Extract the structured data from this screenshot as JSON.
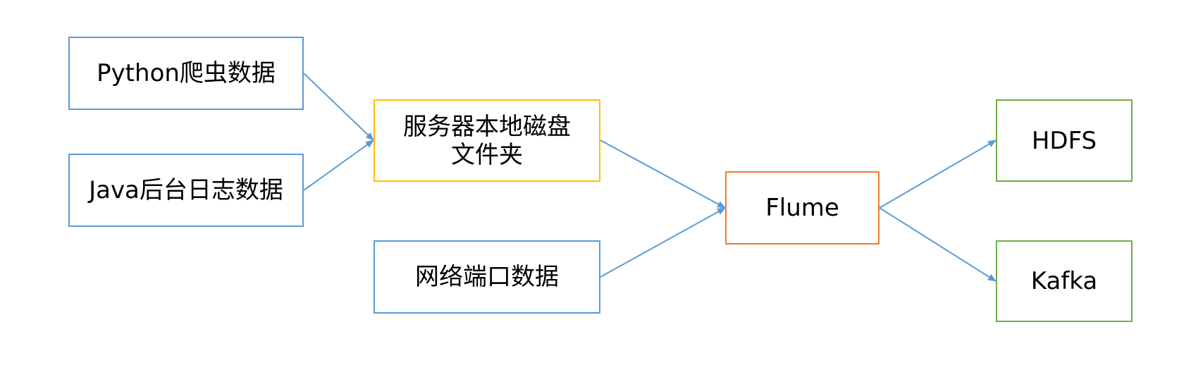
{
  "diagram": {
    "nodes": [
      {
        "id": "python",
        "label": "Python爬虫数据",
        "color": "#5b9bd5"
      },
      {
        "id": "java",
        "label": "Java后台日志数据",
        "color": "#5b9bd5"
      },
      {
        "id": "disk",
        "label": "服务器本地磁盘\n文件夹",
        "color": "#ffc000"
      },
      {
        "id": "net",
        "label": "网络端口数据",
        "color": "#5b9bd5"
      },
      {
        "id": "flume",
        "label": "Flume",
        "color": "#ed7d31"
      },
      {
        "id": "hdfs",
        "label": "HDFS",
        "color": "#70ad47"
      },
      {
        "id": "kafka",
        "label": "Kafka",
        "color": "#70ad47"
      }
    ],
    "edges": [
      {
        "from": "python",
        "to": "disk"
      },
      {
        "from": "java",
        "to": "disk"
      },
      {
        "from": "disk",
        "to": "flume"
      },
      {
        "from": "net",
        "to": "flume"
      },
      {
        "from": "flume",
        "to": "hdfs"
      },
      {
        "from": "flume",
        "to": "kafka"
      }
    ],
    "edge_color": "#5b9bd5"
  }
}
